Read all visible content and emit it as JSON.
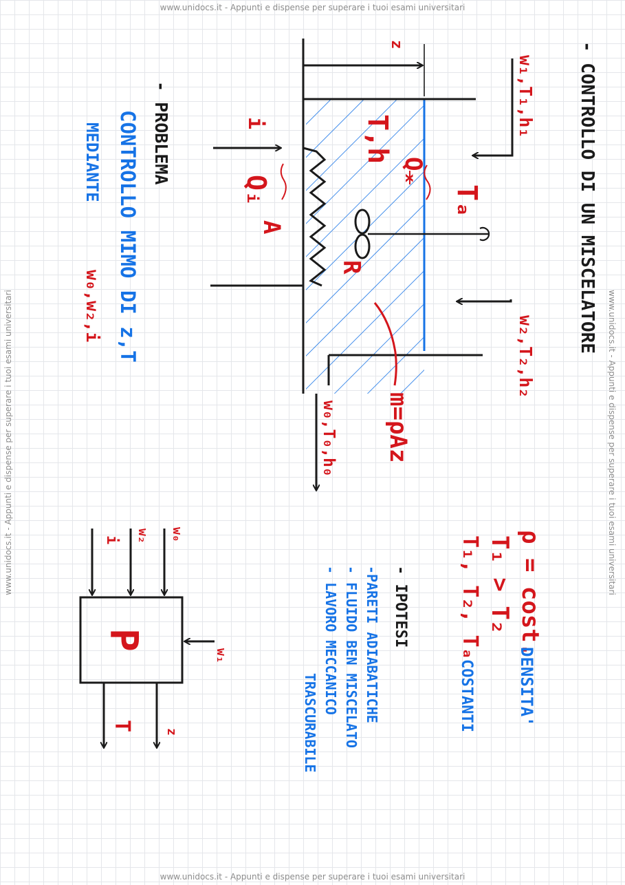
{
  "watermark": {
    "banner": "www.unidocs.it - Appunti e dispense per superare i tuoi esami universitari"
  },
  "colors": {
    "ink": "#1a1a1a",
    "red": "#d4161c",
    "blue": "#1673e6",
    "grid": "#e4e6ea",
    "watermark": "#8c8c8c"
  },
  "notes": {
    "title": "- CONTROLLO DI UN MISCELATORE",
    "inlet1": "w₁,T₁,h₁",
    "inlet2": "w₂,T₂,h₂",
    "outlet": "w₀,T₀,h₀",
    "level": "z",
    "inside_state": "T,h",
    "heat_loss": "Qₓ",
    "ambient_temp": "Tₐ",
    "current": "i",
    "heater_heat": "Qᵢ",
    "area": "A",
    "resistor": "R",
    "mass": "m=ρAz",
    "problem": {
      "heading": "- PROBLEMA",
      "line1": "CONTROLLO MIMO DI z,T",
      "line2_prefix": "MEDIANTE",
      "line2_vars": "w₀,w₂,i"
    },
    "hypotheses": {
      "density": "ρ = cost.",
      "density_label": "DENSITA'",
      "temp_order": "T₁ > T₂",
      "temps_const": "T₁, T₂, Tₐ",
      "temps_const_label": "COSTANTI",
      "heading": "- IPOTESI",
      "items": [
        "-PARETI ADIABATICHE",
        "- FLUIDO BEN MISCELATO",
        "- LAVORO MECCANICO",
        "TRASCURABILE"
      ]
    },
    "block": {
      "label": "P",
      "in_w0": "w₀",
      "in_w2": "w₂",
      "in_i": "i",
      "in_w1": "w₁",
      "out_z": "z",
      "out_T": "T"
    }
  }
}
